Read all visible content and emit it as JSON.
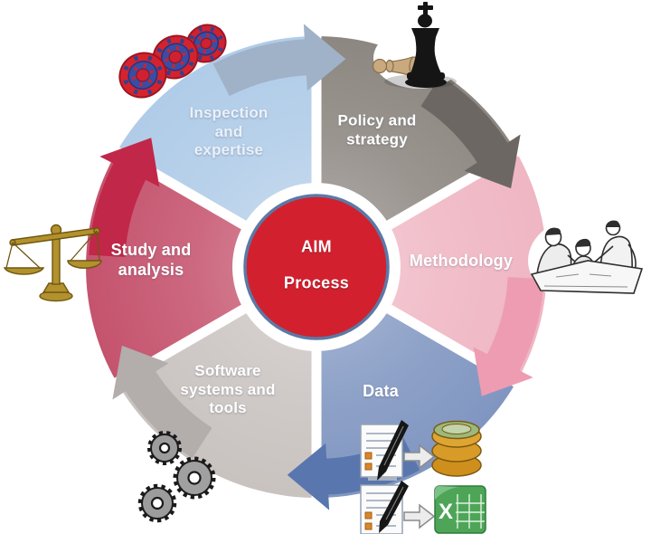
{
  "diagram": {
    "background": "#ffffff",
    "center": {
      "title": "AIM\nProcess",
      "color": "#d2202e",
      "border_color": "#5b79a5",
      "text_color": "#ffffff"
    },
    "segments": [
      {
        "id": "policy",
        "label": "Policy and\nstrategy",
        "color": "#8d8781",
        "arrow_color": "#6c6763",
        "start_angle": 0,
        "end_angle": 60,
        "icon": "chess-pieces-icon"
      },
      {
        "id": "methodology",
        "label": "Methodology",
        "color": "#efb6c3",
        "arrow_color": "#ee9cb1",
        "start_angle": 60,
        "end_angle": 120,
        "icon": "team-sketch-icon"
      },
      {
        "id": "data",
        "label": "Data",
        "color": "#8096c1",
        "arrow_color": "#5a76ae",
        "start_angle": 120,
        "end_angle": 180,
        "icon": "data-transfer-icon"
      },
      {
        "id": "software",
        "label": "Software\nsystems and\ntools",
        "color": "#c9c3c0",
        "arrow_color": "#b3adab",
        "start_angle": 180,
        "end_angle": 240,
        "icon": "gears-icon"
      },
      {
        "id": "study",
        "label": "Study and\nanalysis",
        "color": "#c5536e",
        "arrow_color": "#c12748",
        "start_angle": 240,
        "end_angle": 300,
        "icon": "balance-scale-icon"
      },
      {
        "id": "inspection",
        "label": "Inspection\nand\nexpertise",
        "color": "#b0cce8",
        "arrow_color": "#9fb2c8",
        "start_angle": 300,
        "end_angle": 360,
        "icon": "pipe-flanges-icon"
      }
    ],
    "decorations": [
      {
        "name": "pipe-flanges-icon",
        "desc": "three red and blue pipe coupling flanges"
      },
      {
        "name": "chess-pieces-icon",
        "desc": "black chess king standing beside fallen pawn"
      },
      {
        "name": "team-sketch-icon",
        "desc": "sketch of three people working over a drawing table"
      },
      {
        "name": "data-transfer-icon",
        "desc": "checklist documents with pens feeding a database cylinder and a spreadsheet"
      },
      {
        "name": "gears-icon",
        "desc": "three interlocking black gears"
      },
      {
        "name": "balance-scale-icon",
        "desc": "golden balance scale"
      }
    ],
    "excel_glyph": "X"
  }
}
